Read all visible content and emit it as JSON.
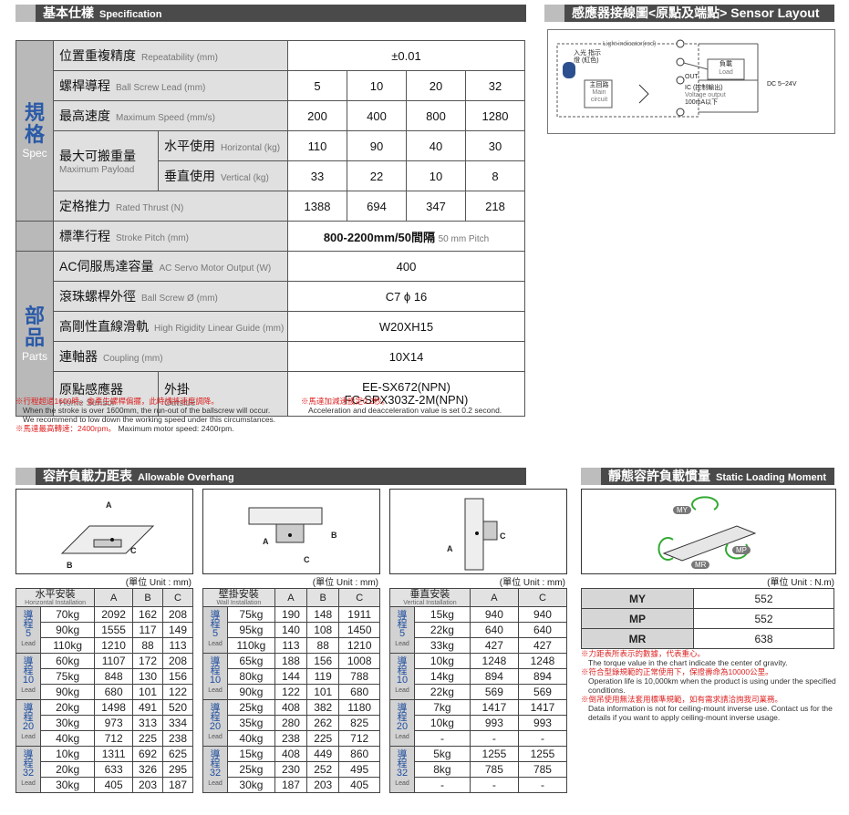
{
  "spec_section": {
    "title_cn": "基本仕樣",
    "title_en": "Specification"
  },
  "sensor_section": {
    "title": "感應器接線圖<原點及端點> Sensor Layout"
  },
  "spec": {
    "group1": {
      "cn": "規格",
      "en": "Spec"
    },
    "group2": {
      "cn": "部品",
      "en": "Parts"
    },
    "rows": [
      {
        "cn": "位置重複精度",
        "en": "Repeatability (mm)",
        "values": [
          "±0.01"
        ]
      },
      {
        "cn": "螺桿導程",
        "en": "Ball Screw Lead (mm)",
        "values": [
          "5",
          "10",
          "20",
          "32"
        ]
      },
      {
        "cn": "最高速度",
        "en": "Maximum Speed (mm/s)",
        "values": [
          "200",
          "400",
          "800",
          "1280"
        ]
      },
      {
        "cn": "最大可搬重量",
        "en": "Maximum Payload",
        "sub": [
          {
            "cn": "水平使用",
            "en": "Horizontal (kg)",
            "values": [
              "110",
              "90",
              "40",
              "30"
            ]
          },
          {
            "cn": "垂直使用",
            "en": "Vertical (kg)",
            "values": [
              "33",
              "22",
              "10",
              "8"
            ]
          }
        ]
      },
      {
        "cn": "定格推力",
        "en": "Rated Thrust (N)",
        "values": [
          "1388",
          "694",
          "347",
          "218"
        ]
      },
      {
        "cn": "標準行程",
        "en": "Stroke Pitch (mm)",
        "value_main": "800-2200mm/50間隔",
        "value_sub": "50 mm Pitch"
      },
      {
        "cn": "AC伺服馬達容量",
        "en": "AC Servo Motor Output (W)",
        "values": [
          "400"
        ]
      },
      {
        "cn": "滾珠螺桿外徑",
        "en": "Ball Screw Ø (mm)",
        "values": [
          "C7 ϕ 16"
        ]
      },
      {
        "cn": "高剛性直線滑軌",
        "en": "High Rigidity Linear Guide (mm)",
        "values": [
          "W20XH15"
        ]
      },
      {
        "cn": "連軸器",
        "en": "Coupling (mm)",
        "values": [
          "10X14"
        ]
      },
      {
        "cn": "原點感應器",
        "en": "Home Sensor",
        "sub_cn": "外掛",
        "sub_en": "Outside",
        "values": [
          "EE-SX672(NPN)",
          "FC-SPX303Z-2M(NPN)"
        ]
      }
    ]
  },
  "notes": {
    "n1_red": "※行程超過1600時，會產生螺桿偏擺，此時請將速度調降。",
    "n1_en1": "When the stroke is over 1600mm, the run-out of the ballscrew will occur.",
    "n1_en2": "We recommend to low down the working speed under this circumstances.",
    "n2_red": "※馬達最高轉速：2400rpm。",
    "n2_en": "Maximum motor speed: 2400rpm.",
    "n3_red": "※馬達加減速設定0.2秒。",
    "n3_en": "Acceleration and deacceleration value is set 0.2 second."
  },
  "sensor": {
    "light": "Light indicator(red)",
    "led": "入光 指示燈 (紅色)",
    "main_cn": "主回路",
    "main_en": "Main circuit",
    "load_cn": "負載",
    "load_en": "Load",
    "out": "OUT",
    "ic": "IC (控制輸出)",
    "vo": "Voltage output",
    "ma": "100mA以下",
    "dc": "DC 5~24V"
  },
  "overhang_section": {
    "title_cn": "容許負載力距表",
    "title_en": "Allowable Overhang"
  },
  "moment_section": {
    "title_cn": "靜態容許負載慣量",
    "title_en": "Static Loading Moment"
  },
  "unit_mm": "(單位 Unit : mm)",
  "unit_nm": "(單位 Unit : N.m)",
  "lead_word": "Lead",
  "horizontal": {
    "cn": "水平安裝",
    "en": "Horizontal Installation",
    "cols": [
      "A",
      "B",
      "C"
    ],
    "groups": [
      {
        "lead": "5",
        "rows": [
          [
            "70kg",
            "2092",
            "162",
            "208"
          ],
          [
            "90kg",
            "1555",
            "117",
            "149"
          ],
          [
            "110kg",
            "1210",
            "88",
            "113"
          ]
        ]
      },
      {
        "lead": "10",
        "rows": [
          [
            "60kg",
            "1107",
            "172",
            "208"
          ],
          [
            "75kg",
            "848",
            "130",
            "156"
          ],
          [
            "90kg",
            "680",
            "101",
            "122"
          ]
        ]
      },
      {
        "lead": "20",
        "rows": [
          [
            "20kg",
            "1498",
            "491",
            "520"
          ],
          [
            "30kg",
            "973",
            "313",
            "334"
          ],
          [
            "40kg",
            "712",
            "225",
            "238"
          ]
        ]
      },
      {
        "lead": "32",
        "rows": [
          [
            "10kg",
            "1311",
            "692",
            "625"
          ],
          [
            "20kg",
            "633",
            "326",
            "295"
          ],
          [
            "30kg",
            "405",
            "203",
            "187"
          ]
        ]
      }
    ]
  },
  "wall": {
    "cn": "壁掛安裝",
    "en": "Wall Installation",
    "cols": [
      "A",
      "B",
      "C"
    ],
    "groups": [
      {
        "lead": "5",
        "rows": [
          [
            "75kg",
            "190",
            "148",
            "1911"
          ],
          [
            "95kg",
            "140",
            "108",
            "1450"
          ],
          [
            "110kg",
            "113",
            "88",
            "1210"
          ]
        ]
      },
      {
        "lead": "10",
        "rows": [
          [
            "65kg",
            "188",
            "156",
            "1008"
          ],
          [
            "80kg",
            "144",
            "119",
            "788"
          ],
          [
            "90kg",
            "122",
            "101",
            "680"
          ]
        ]
      },
      {
        "lead": "20",
        "rows": [
          [
            "25kg",
            "408",
            "382",
            "1180"
          ],
          [
            "35kg",
            "280",
            "262",
            "825"
          ],
          [
            "40kg",
            "238",
            "225",
            "712"
          ]
        ]
      },
      {
        "lead": "32",
        "rows": [
          [
            "15kg",
            "408",
            "449",
            "860"
          ],
          [
            "25kg",
            "230",
            "252",
            "495"
          ],
          [
            "30kg",
            "187",
            "203",
            "405"
          ]
        ]
      }
    ]
  },
  "vertical": {
    "cn": "垂直安裝",
    "en": "Vertical Installation",
    "cols": [
      "A",
      "C"
    ],
    "groups": [
      {
        "lead": "5",
        "rows": [
          [
            "15kg",
            "940",
            "940"
          ],
          [
            "22kg",
            "640",
            "640"
          ],
          [
            "33kg",
            "427",
            "427"
          ]
        ]
      },
      {
        "lead": "10",
        "rows": [
          [
            "10kg",
            "1248",
            "1248"
          ],
          [
            "14kg",
            "894",
            "894"
          ],
          [
            "22kg",
            "569",
            "569"
          ]
        ]
      },
      {
        "lead": "20",
        "rows": [
          [
            "7kg",
            "1417",
            "1417"
          ],
          [
            "10kg",
            "993",
            "993"
          ],
          [
            "-",
            "-",
            "-"
          ]
        ]
      },
      {
        "lead": "32",
        "rows": [
          [
            "5kg",
            "1255",
            "1255"
          ],
          [
            "8kg",
            "785",
            "785"
          ],
          [
            "-",
            "-",
            "-"
          ]
        ]
      }
    ]
  },
  "moment": {
    "rows": [
      [
        "MY",
        "552"
      ],
      [
        "MP",
        "552"
      ],
      [
        "MR",
        "638"
      ]
    ],
    "n1_red": "※力距表所表示的數據，代表重心。",
    "n1_en": "The torque value in the chart indicate the center of gravity.",
    "n2_red": "※符合型錄規範的正常使用下，保證壽命為10000公里。",
    "n2_en": "Operation life is 10,000km when the product is using under the specified conditions.",
    "n3_red": "※倒吊使用無法套用標準規範，如有需求請洽詢我司業務。",
    "n3_en": "Data information is not for ceiling-mount inverse use. Contact us for the details if you want to apply ceiling-mount inverse usage."
  },
  "fig_labels": {
    "a": "A",
    "b": "B",
    "c": "C",
    "my": "MY",
    "mp": "MP",
    "mr": "MR"
  }
}
